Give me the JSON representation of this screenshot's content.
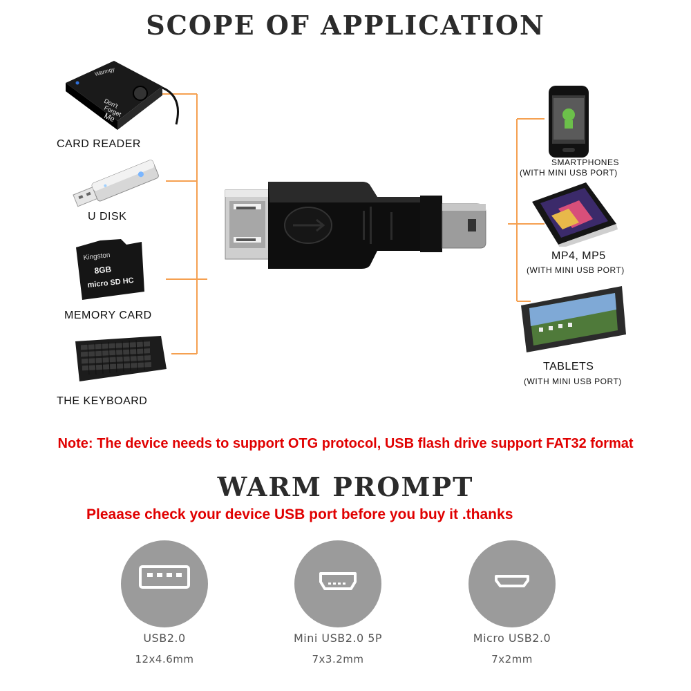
{
  "titles": {
    "scope": "SCOPE OF APPLICATION",
    "warm": "WARM PROMPT"
  },
  "left_devices": [
    {
      "label": "CARD READER",
      "icon": "card-reader"
    },
    {
      "label": "U DISK",
      "icon": "usb-flash-drive"
    },
    {
      "label": "MEMORY CARD",
      "icon": "micro-sd-card"
    },
    {
      "label": "THE KEYBOARD",
      "icon": "keyboard"
    }
  ],
  "right_devices": [
    {
      "label": "SMARTPHONES",
      "sub": "(WITH MINI USB PORT)",
      "icon": "smartphone"
    },
    {
      "label": "MP4, MP5",
      "sub": "(WITH MINI USB PORT)",
      "icon": "media-player"
    },
    {
      "label": "TABLETS",
      "sub": "(WITH MINI USB PORT)",
      "icon": "tablet"
    }
  ],
  "card_reader_text": {
    "brand": "Warmgy",
    "line1": "Don't",
    "line2": "Forget",
    "line3": "Me"
  },
  "sd_card_text": {
    "brand": "Kingston",
    "capacity": "8GB",
    "type": "micro SD HC"
  },
  "note": "Note: The device needs to support OTG protocol, USB flash drive support FAT32 format",
  "warm_text": "Pleaase check your device USB port before you buy it .thanks",
  "ports": [
    {
      "name": "USB2.0",
      "size": "12x4.6mm",
      "icon": "usb-a-port"
    },
    {
      "name": "Mini USB2.0 5P",
      "size": "7x3.2mm",
      "icon": "mini-usb-port"
    },
    {
      "name": "Micro USB2.0",
      "size": "7x2mm",
      "icon": "micro-usb-port"
    }
  ],
  "colors": {
    "connector_line": "#f5a050",
    "note_red": "#e00000",
    "port_circle": "#9b9b9b",
    "heading": "#2b2b2b"
  }
}
